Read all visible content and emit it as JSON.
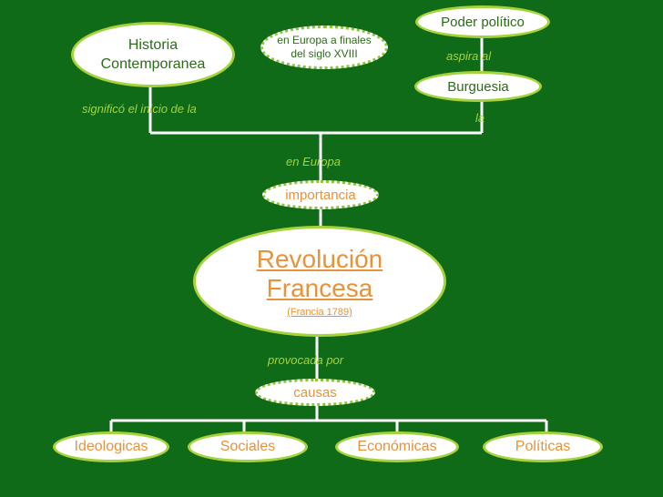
{
  "nodes": {
    "historia": "Historia\nContemporanea",
    "en_europa_finales": "en Europa a finales\ndel siglo XVIII",
    "poder_politico": "Poder político",
    "burguesia": "Burguesia",
    "importancia": "importancia",
    "revolucion_title": "Revolución\nFrancesa",
    "revolucion_sub": "(Francia 1789)",
    "causas": "causas",
    "ideologicas": "Ideologicas",
    "sociales": "Sociales",
    "economicas": "Económicas",
    "politicas": "Políticas"
  },
  "links": {
    "significo": "significó el inicio de la",
    "aspira_al": "aspira al",
    "la": "la",
    "en_europa": "en Europa",
    "provocada_por": "provocada por"
  },
  "colors": {
    "background": "#0f6b17",
    "node_border": "#a6d23c",
    "node_text": "#2d6a1a",
    "accent_orange": "#e8923a",
    "link_text": "#a6d23c",
    "line": "#ffffff"
  }
}
